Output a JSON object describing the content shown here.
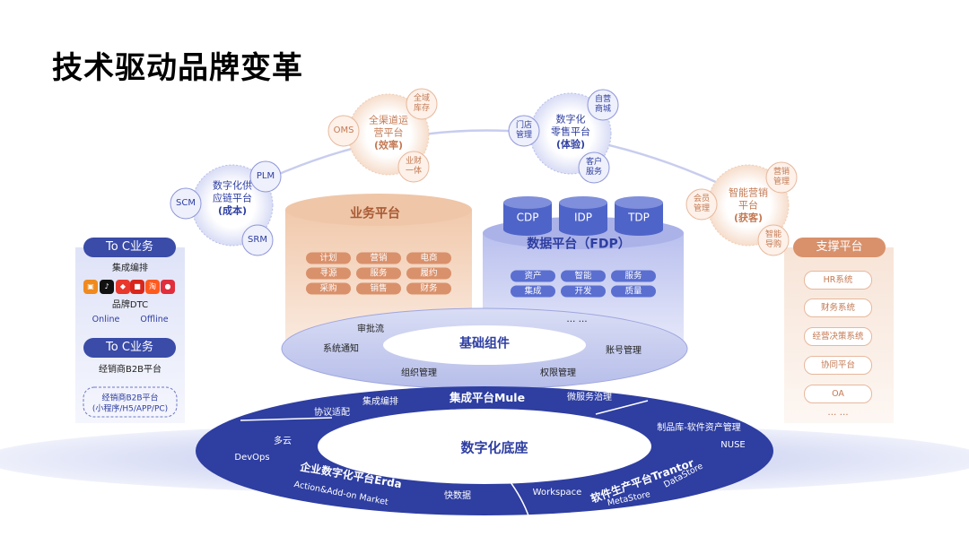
{
  "page": {
    "title": "技术驱动品牌变革"
  },
  "bubbles": {
    "supply": {
      "line1": "数字化供",
      "line2": "应链平台",
      "tag": "(成本)",
      "sats": [
        "SCM",
        "PLM",
        "SRM"
      ]
    },
    "omni": {
      "line1": "全渠道运",
      "line2": "营平台",
      "tag": "(效率)",
      "sats": [
        "OMS",
        "全域",
        "库存",
        "业财",
        "一体"
      ]
    },
    "retail": {
      "line1": "数字化",
      "line2": "零售平台",
      "tag": "(体验)",
      "sats": [
        "门店",
        "管理",
        "自营",
        "商城",
        "客户",
        "服务"
      ]
    },
    "marketing": {
      "line1": "智能营销",
      "line2": "平台",
      "tag": "(获客)",
      "sats": [
        "会员",
        "管理",
        "营销",
        "管理",
        "智能",
        "导购"
      ]
    }
  },
  "business": {
    "title": "业务平台",
    "chips": [
      "计划",
      "营销",
      "电商",
      "寻源",
      "服务",
      "履约",
      "采购",
      "销售",
      "财务"
    ]
  },
  "data_platform": {
    "title": "数据平台（FDP）",
    "cylinders": [
      "CDP",
      "IDP",
      "TDP"
    ],
    "chips": [
      "资产",
      "智能",
      "服务",
      "集成",
      "开发",
      "质量"
    ]
  },
  "base_components": {
    "title": "基础组件",
    "items": [
      "审批流",
      "系统通知",
      "组织管理",
      "权限管理",
      "账号管理",
      "… …"
    ]
  },
  "mule": {
    "title": "集成平台Mule",
    "items": [
      "协议适配",
      "集成编排",
      "微服务治理"
    ]
  },
  "erda": {
    "title": "企业数字化平台Erda",
    "subtitle": "Action&Add-on Market",
    "items": [
      "多云",
      "DevOps",
      "快数据"
    ]
  },
  "trantor": {
    "title": "软件生产平台Trantor",
    "items": [
      "制品库-软件资产管理",
      "NUSE",
      "Workspace",
      "MetaStore",
      "DataStore"
    ]
  },
  "core": {
    "title": "数字化底座"
  },
  "left_panel": {
    "toc1": {
      "title": "To C业务",
      "label1": "集成编排",
      "label2": "品牌DTC",
      "online": "Online",
      "offline": "Offline"
    },
    "toc2": {
      "title": "To C业务",
      "label1": "经销商B2B平台",
      "box_line1": "经销商B2B平台",
      "box_line2": "(小程序/H5/APP/PC)"
    }
  },
  "support": {
    "title": "支撑平台",
    "items": [
      "HR系统",
      "财务系统",
      "经营决策系统",
      "协同平台",
      "OA"
    ],
    "more": "… …"
  },
  "colors": {
    "navy": "#2e3ea1",
    "orange": "#d9916b",
    "lavender": "#8e96d8"
  }
}
